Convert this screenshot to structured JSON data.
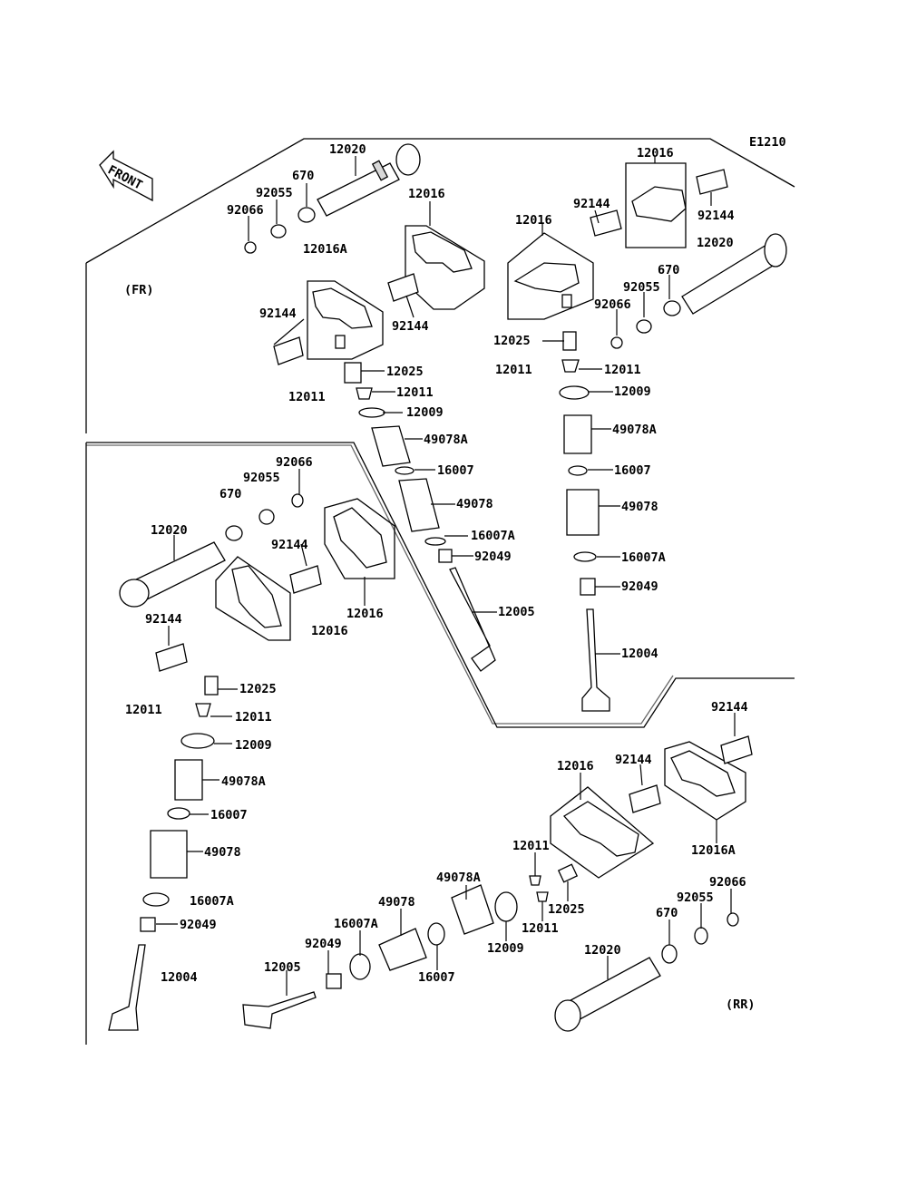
{
  "diagram_code": "E1210",
  "front_arrow_label": "FRONT",
  "section_labels": {
    "front": "(FR)",
    "rear": "(RR)"
  },
  "labels": [
    "12020",
    "670",
    "92055",
    "92066",
    "12016A",
    "12016",
    "92144",
    "92144",
    "12025",
    "12011",
    "12011",
    "12009",
    "49078A",
    "16007",
    "49078",
    "16007A",
    "92049",
    "12005",
    "12016",
    "92144",
    "92144",
    "12020",
    "670",
    "92055",
    "92066",
    "12016",
    "12025",
    "12011",
    "12011",
    "12009",
    "49078A",
    "16007",
    "49078",
    "16007A",
    "92049",
    "12004",
    "92066",
    "92055",
    "670",
    "12020",
    "92144",
    "12016",
    "12016",
    "92144",
    "12025",
    "12011",
    "12011",
    "12009",
    "49078A",
    "16007",
    "49078",
    "16007A",
    "92049",
    "12004",
    "92144",
    "92144",
    "12016",
    "12016A",
    "92066",
    "92055",
    "670",
    "12020",
    "12011",
    "12025",
    "12011",
    "49078A",
    "12009",
    "49078",
    "16007",
    "16007A",
    "92049",
    "12005"
  ]
}
